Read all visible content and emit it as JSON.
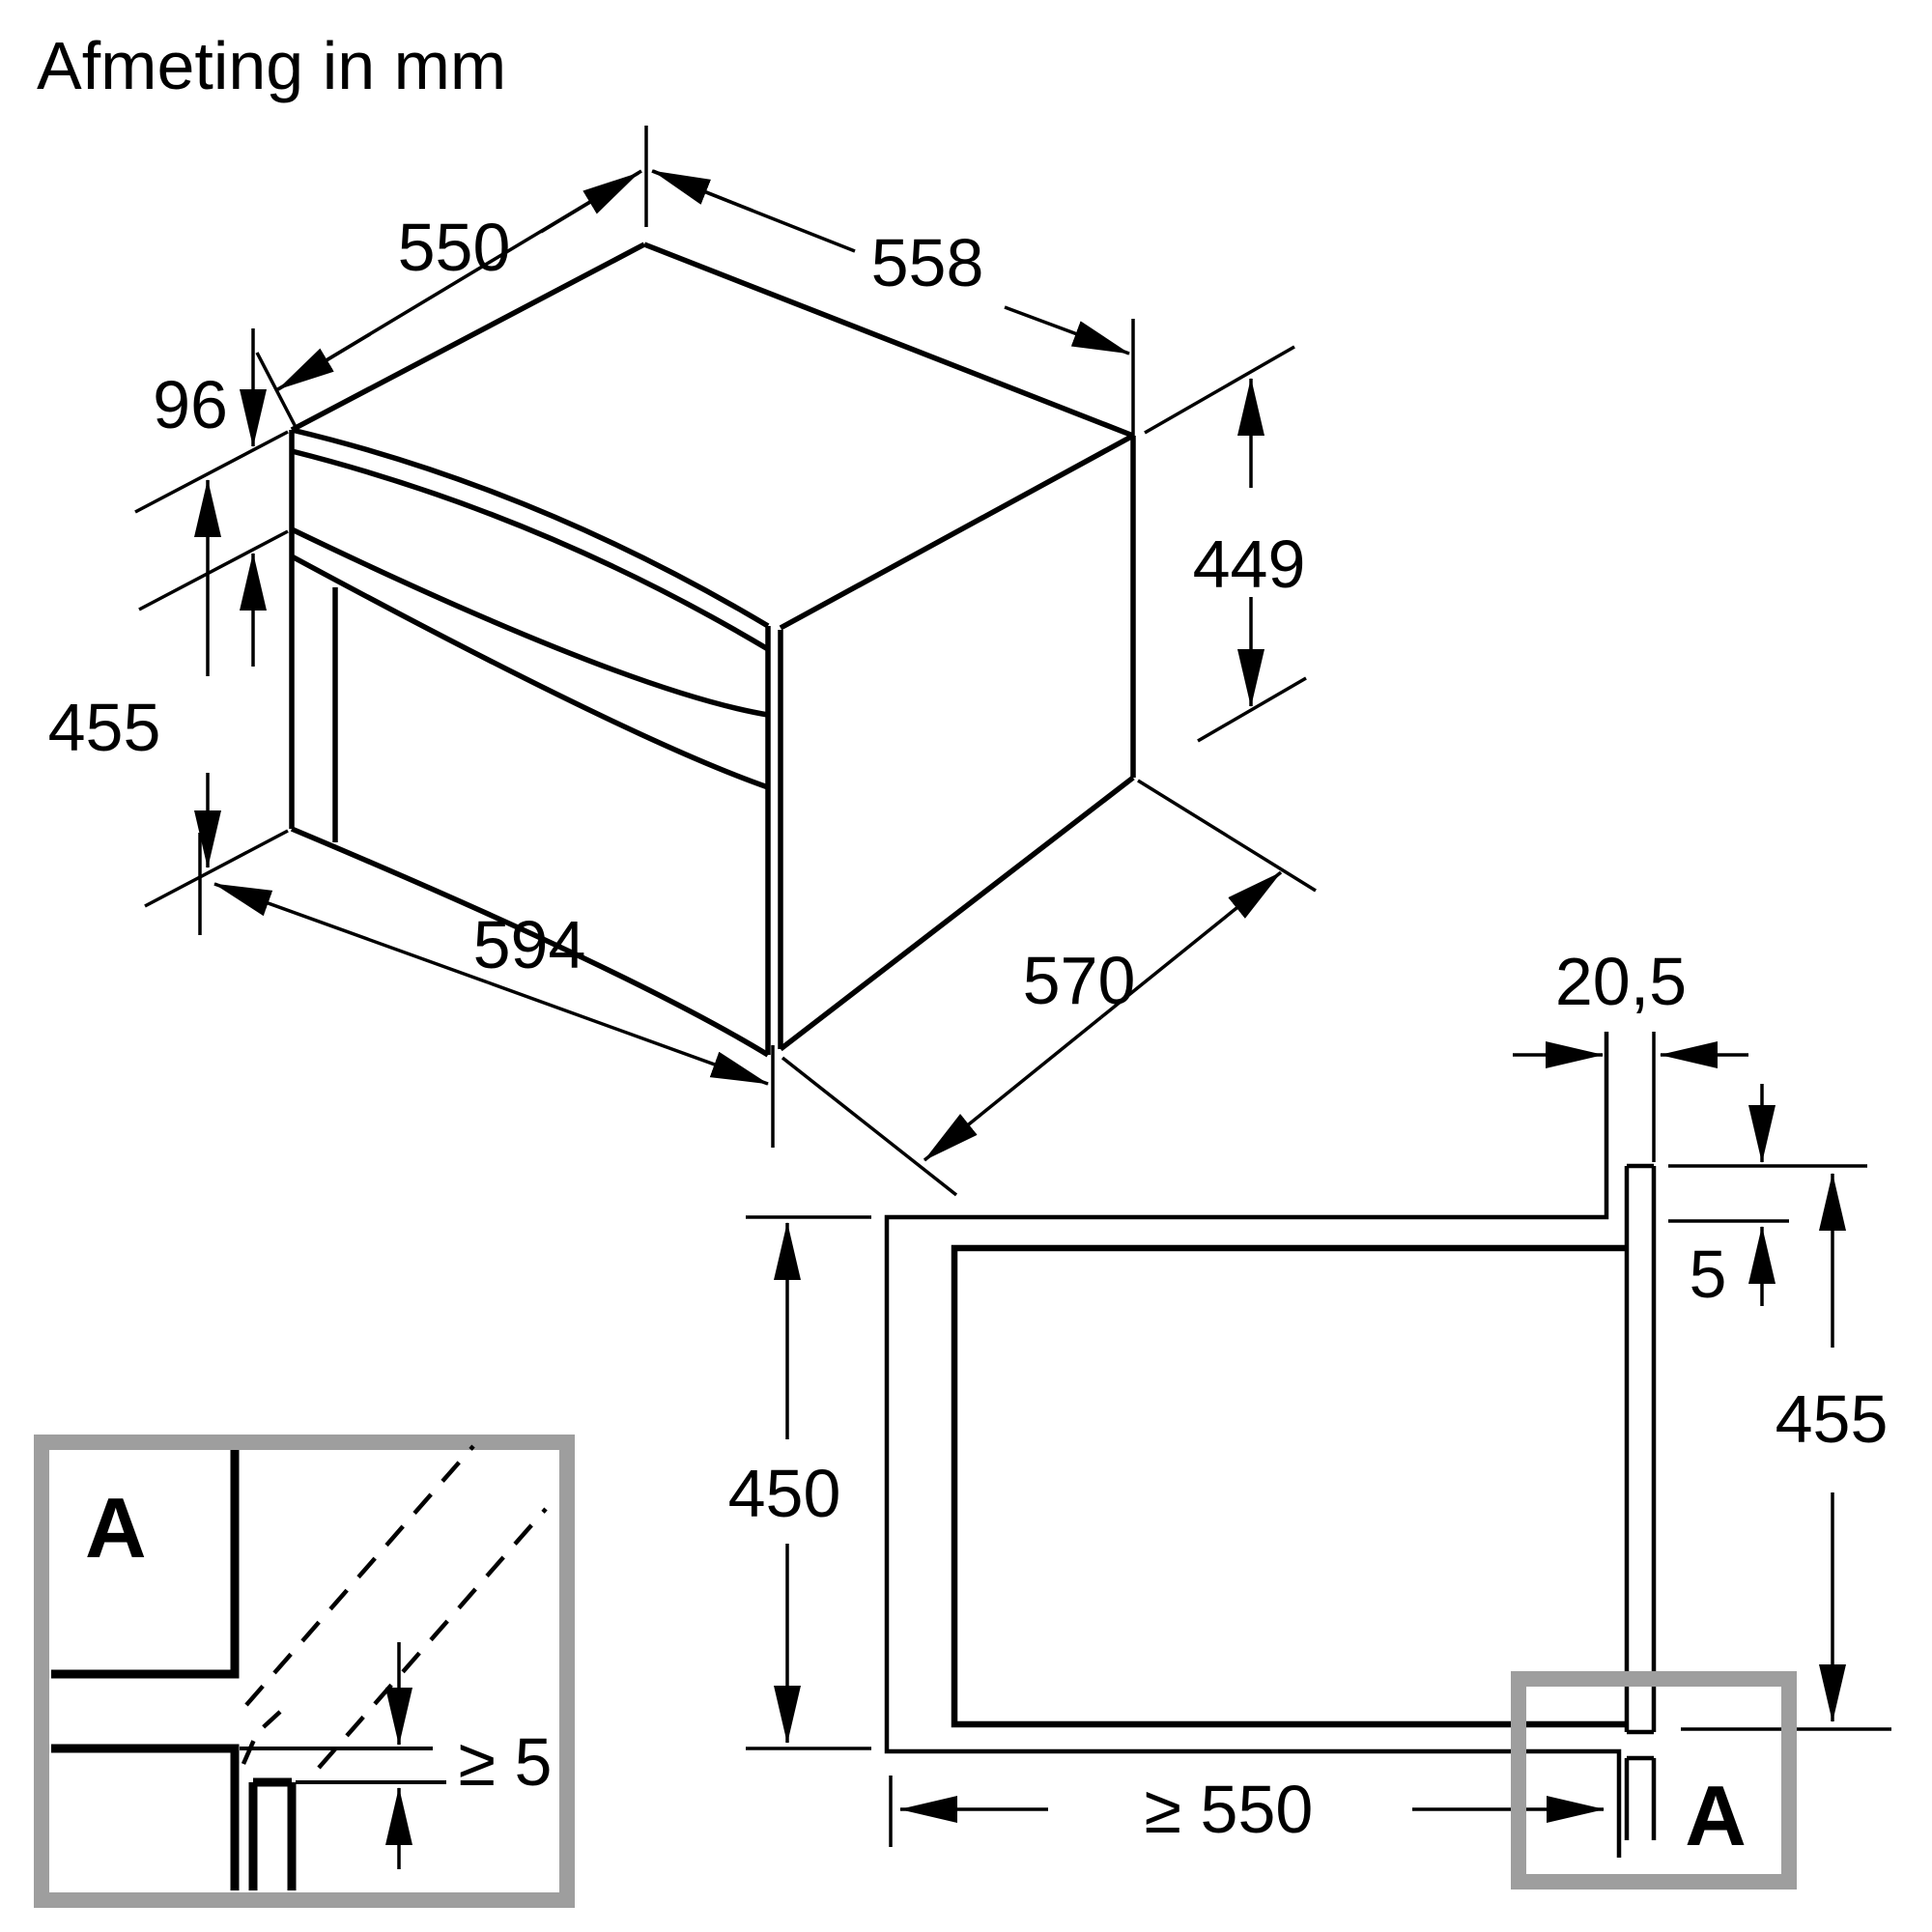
{
  "title": "Afmeting in mm",
  "unit": "mm",
  "view3d": {
    "top_depth": "550",
    "top_width": "558",
    "front_band_height": "96",
    "front_height": "455",
    "body_height": "449",
    "front_width": "594",
    "body_depth": "570"
  },
  "niche": {
    "inner_height": "450",
    "rear_gap": "20,5",
    "top_clearance": "5",
    "front_height": "455",
    "min_width": "≥ 550",
    "detail_ref": "A"
  },
  "detail": {
    "label": "A",
    "min_clearance": "≥ 5"
  }
}
